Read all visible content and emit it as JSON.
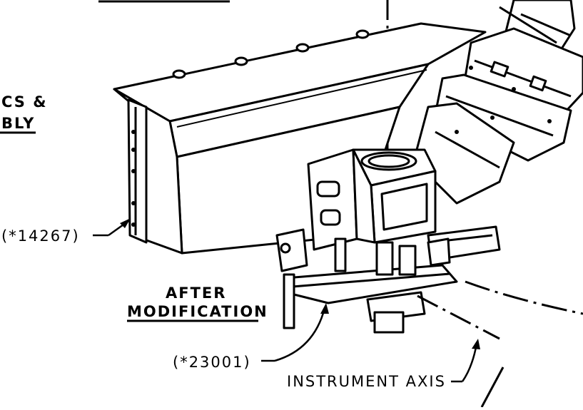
{
  "labels": {
    "top_title_line1": "CS &",
    "top_title_line2": "BLY",
    "callout_upper": "(*14267)",
    "after_line1": "AFTER",
    "after_line2": "MODIFICATION",
    "callout_lower": "(*23001)",
    "axis_label": "INSTRUMENT AXIS"
  },
  "colors": {
    "ink": "#000000",
    "paper": "#ffffff"
  }
}
